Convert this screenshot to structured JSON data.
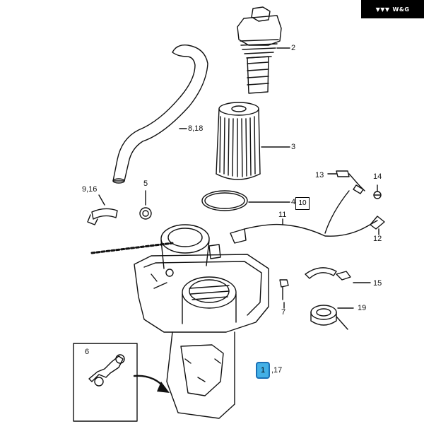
{
  "brand": {
    "logo_text": "W&G",
    "mark": "▼▼▼"
  },
  "callouts": {
    "c2": "2",
    "c3": "3",
    "c4": "4",
    "c5": "5",
    "c6": "6",
    "c7": "7",
    "c8_18": "8,18",
    "c9_16": "9,16",
    "c10": "10",
    "c11": "11",
    "c12": "12",
    "c13": "13",
    "c14": "14",
    "c15": "15",
    "c19": "19",
    "c1": "1",
    "c17": ",17"
  },
  "colors": {
    "highlight": "#43b0e6",
    "highlight_border": "#1a6fb5",
    "line": "#111111"
  }
}
